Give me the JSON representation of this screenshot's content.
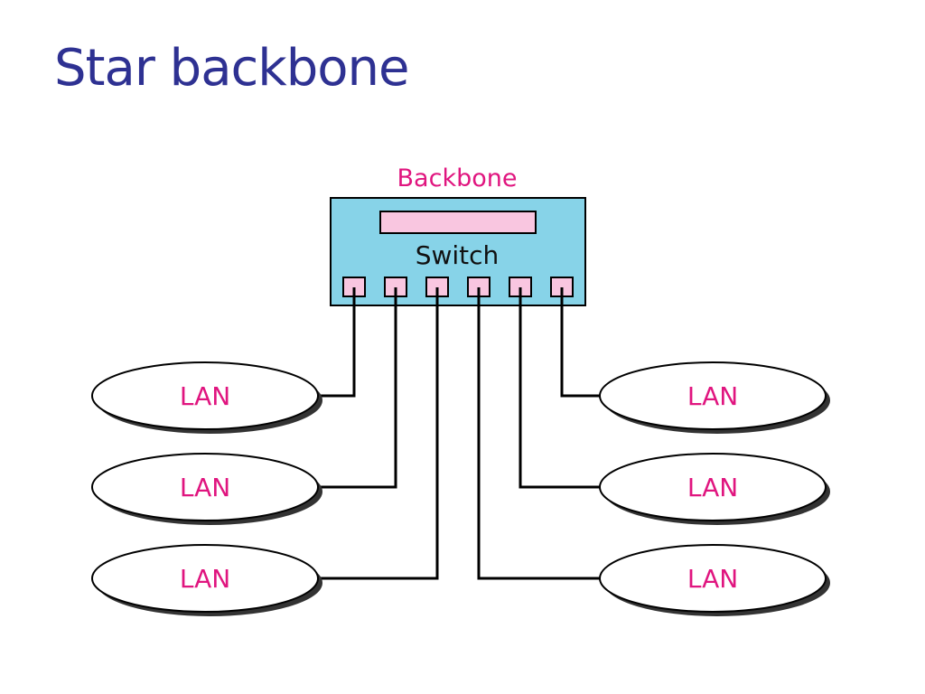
{
  "title": "Star backbone",
  "diagram": {
    "backbone_label": "Backbone",
    "switch_label": "Switch",
    "lans": [
      {
        "label": "LAN"
      },
      {
        "label": "LAN"
      },
      {
        "label": "LAN"
      },
      {
        "label": "LAN"
      },
      {
        "label": "LAN"
      },
      {
        "label": "LAN"
      }
    ]
  },
  "colors": {
    "title": "#2e3192",
    "label_accent": "#e0157f",
    "switch_body": "#87d3e8",
    "port_fill": "#f9c6e0"
  }
}
